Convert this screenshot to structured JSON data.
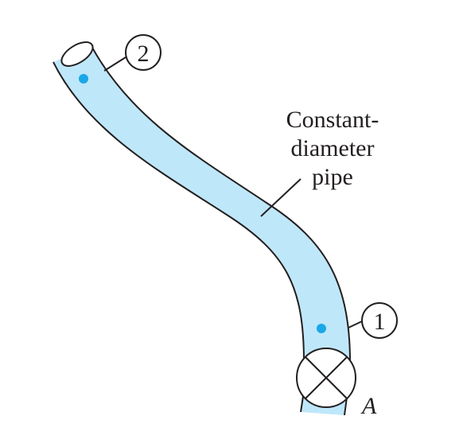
{
  "diagram": {
    "pipe_label_lines": [
      "Constant-",
      "diameter",
      "pipe"
    ],
    "point_1_label": "1",
    "point_2_label": "2",
    "valve_label": "A"
  },
  "colors": {
    "pipe_fill": "#bfe7fa",
    "pipe_outline": "#231f20",
    "point_marker": "#1aa7e8",
    "ink": "#231f20",
    "background": "#ffffff"
  },
  "icons": {
    "valve": "valve-icon",
    "point_marker": "dot-icon"
  }
}
